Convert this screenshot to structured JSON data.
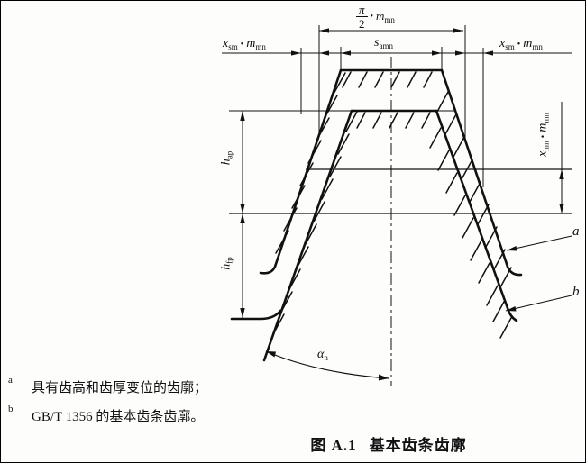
{
  "figure": {
    "labels": {
      "pitch_half": {
        "num": "π",
        "den": "2",
        "dot": "•",
        "m": "m",
        "msub": "mn"
      },
      "s_tip": {
        "v": "s",
        "sub": "amn"
      },
      "x_sm": {
        "v": "x",
        "sub": "sm",
        "dot": "•",
        "m": "m",
        "msub": "mn"
      },
      "h_ap": {
        "v": "h",
        "sub": "ap"
      },
      "h_fp": {
        "v": "h",
        "sub": "fp"
      },
      "x_hm": {
        "v": "x",
        "sub": "hm",
        "dot": "•",
        "m": "m",
        "msub": "mn"
      },
      "alpha_n": {
        "v": "α",
        "sub": "n"
      }
    },
    "callouts": {
      "a": "a",
      "b": "b"
    },
    "footnotes": [
      {
        "marker": "a",
        "text": "具有齿高和齿厚变位的齿廓；"
      },
      {
        "marker": "b",
        "text": "GB/T 1356 的基本齿条齿廓。"
      }
    ],
    "caption": {
      "fig_no": "图 A.1",
      "title": "基本齿条齿廓"
    }
  }
}
